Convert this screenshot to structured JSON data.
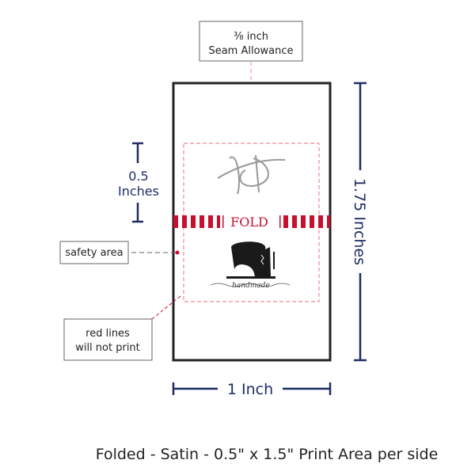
{
  "seam_allowance": {
    "line1": "⅜ inch",
    "line2": "Seam Allowance"
  },
  "dimensions": {
    "height_label": "1.75 Inches",
    "width_label": "1 Inch",
    "fold_height_line1": "0.5",
    "fold_height_line2": "Inches"
  },
  "label": {
    "fold_text": "FOLD",
    "handmade_text": "handmade"
  },
  "callouts": {
    "safety_area": "safety area",
    "red_lines_line1": "red lines",
    "red_lines_line2": "will not print"
  },
  "caption": "Folded - Satin - 0.5\" x 1.5\" Print Area per side",
  "colors": {
    "navy": "#1f2d66",
    "red": "#c8102e",
    "pink": "#f08a96"
  }
}
